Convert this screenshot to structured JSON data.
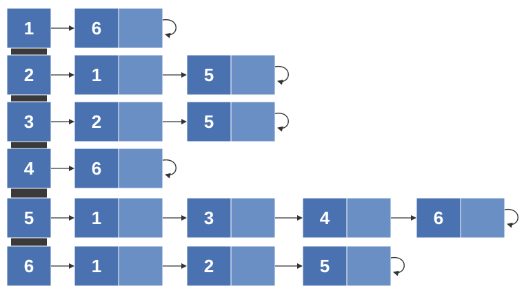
{
  "colors": {
    "head_fill": "#4a72b0",
    "value_fill": "#4a72b0",
    "pointer_fill": "#6a8fc4",
    "cell_stroke": "#ffffff",
    "spine": "#3a3a3a",
    "arrow": "#333333",
    "text": "#ffffff"
  },
  "rows": [
    {
      "head": "1",
      "nodes": [
        "6"
      ]
    },
    {
      "head": "2",
      "nodes": [
        "1",
        "5"
      ]
    },
    {
      "head": "3",
      "nodes": [
        "2",
        "5"
      ]
    },
    {
      "head": "4",
      "nodes": [
        "6"
      ]
    },
    {
      "head": "5",
      "nodes": [
        "1",
        "3",
        "4",
        "6"
      ]
    },
    {
      "head": "6",
      "nodes": [
        "1",
        "2",
        "5"
      ]
    }
  ]
}
